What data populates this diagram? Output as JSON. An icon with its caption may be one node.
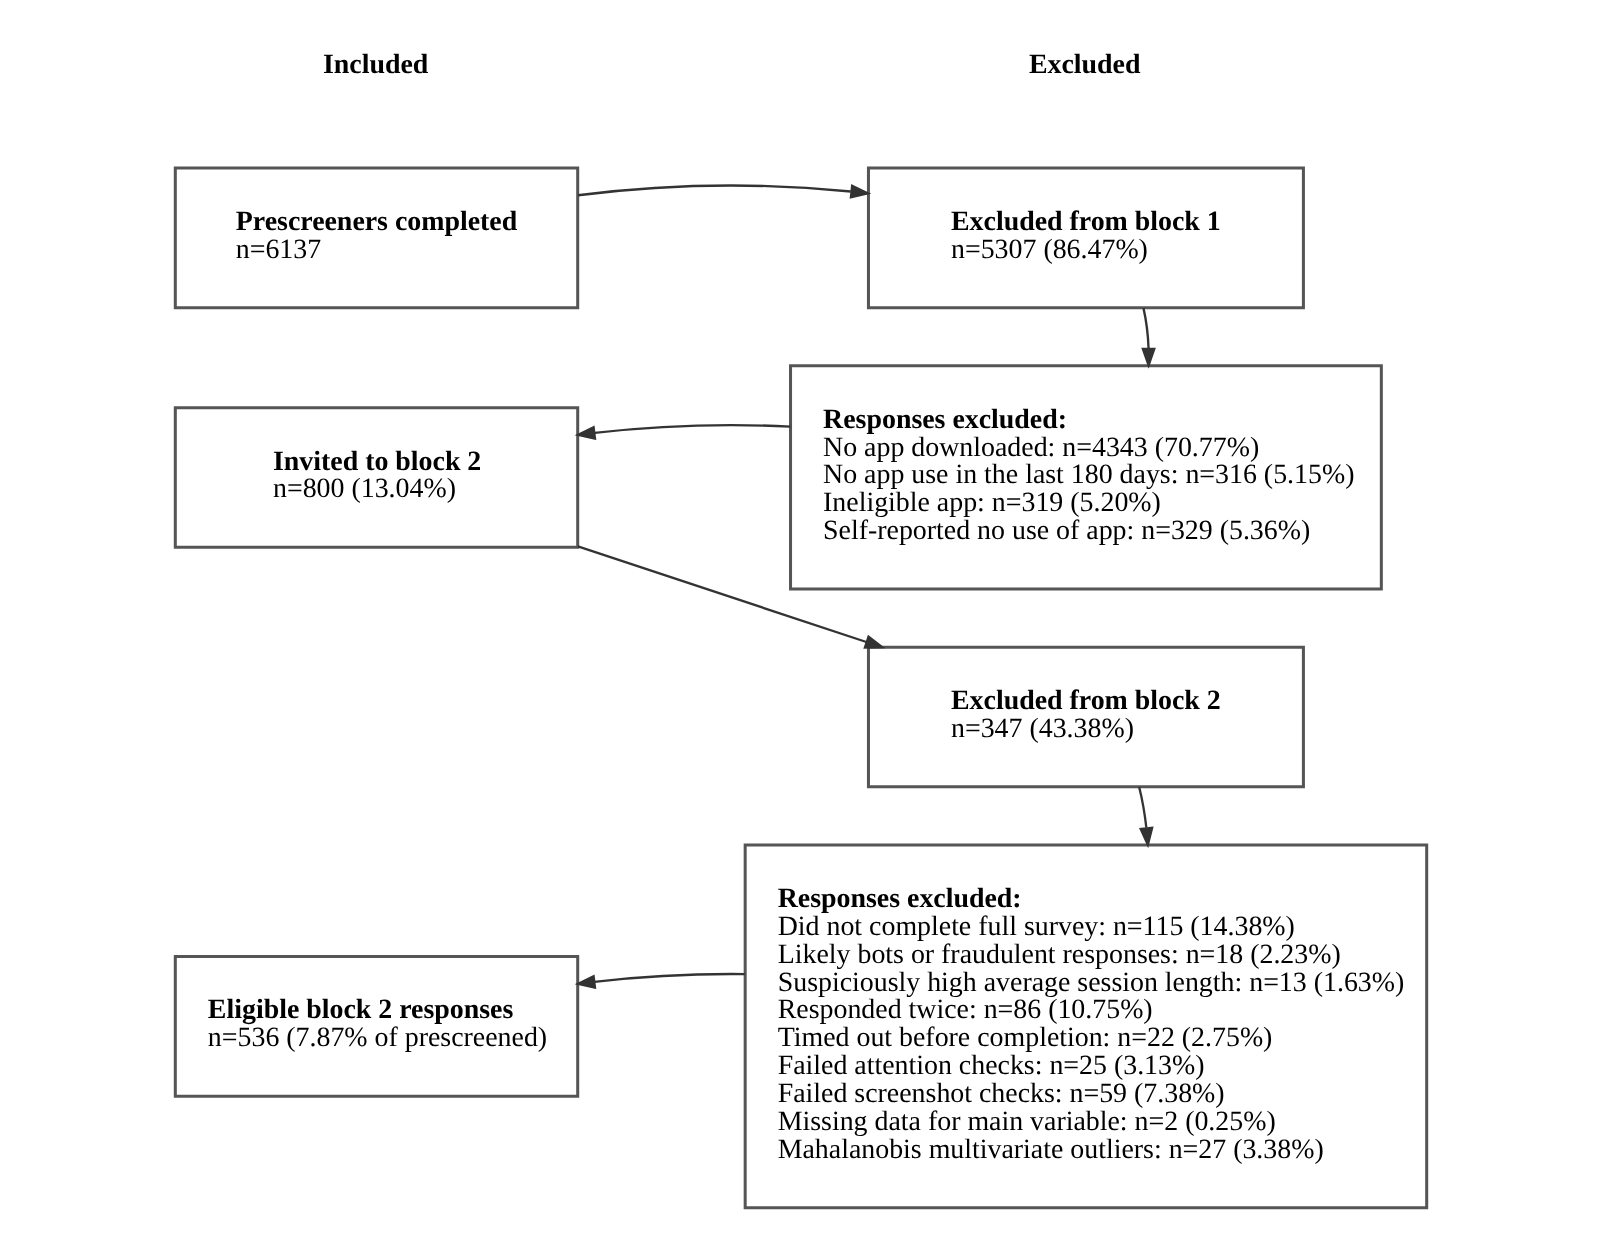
{
  "diagram": {
    "nodes": [
      {
        "text": [
          "Prescreeners completed",
          "n=6137"
        ]
      },
      {
        "text": [
          "Excluded from block 1",
          "n=5307 (86.47%)"
        ]
      },
      {
        "text": [
          "Responses excluded:",
          "No app downloaded: n=4343 (70.77%)",
          "No app use in the last 180 days: n=316 (5.15%)",
          "Ineligible app: n=319 (5.20%)",
          "Self-reported no use of app: n=329 (5.36%)"
        ]
      },
      {
        "text": [
          "Invited to block 2",
          "n=800 (13.04%)"
        ]
      },
      {
        "text": [
          "Excluded from block 2",
          "n=347 (43.38%)"
        ]
      },
      {
        "text": [
          "Responses excluded:",
          "Did not complete full survey: n=115 (14.38%)",
          "Likely bots or fraudulent responses: n=18 (2.23%)",
          "Suspiciously high average session length: n=13 (1.63%)",
          "Responded twice: n=86 (10.75%)",
          "Timed out before completion: n=22 (2.75%)",
          "Failed attention checks: n=25 (3.13%)",
          "Failed screenshot checks: n=59 (7.38%)",
          "Missing data for main variable: n=2 (0.25%)",
          "Mahalanobis multivariate outliers: n=27 (3.38%)"
        ]
      },
      {
        "text": [
          "Eligible block 2 responses",
          "n=536 (7.87% of prescreened)"
        ]
      }
    ],
    "edges": [
      {
        "from": 0,
        "to": 1,
        "arrow": "to"
      },
      {
        "from": 1,
        "to": 2,
        "arrow": "to"
      },
      {
        "from": 2,
        "to": 3,
        "arrow": "to"
      },
      {
        "from": 3,
        "to": 4,
        "arrow": "to"
      },
      {
        "from": 4,
        "to": 5,
        "arrow": "to"
      },
      {
        "from": 5,
        "to": 6,
        "arrow": "to"
      }
    ],
    "labels": [
      "Included",
      "Excluded"
    ]
  }
}
